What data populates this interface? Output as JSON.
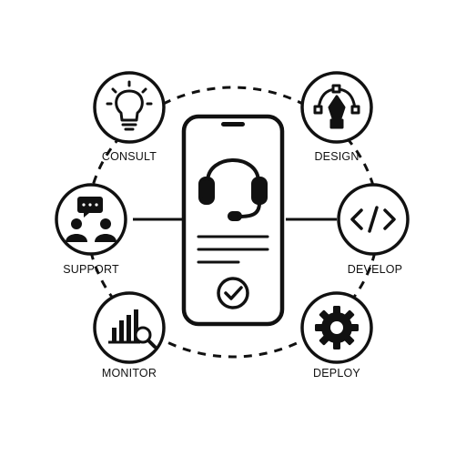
{
  "diagram": {
    "center": {
      "name": "phone",
      "icon": "headset-icon",
      "status_icon": "checkmark-circle-icon"
    },
    "nodes": [
      {
        "id": "consult",
        "label": "CONSULT",
        "icon": "lightbulb-icon"
      },
      {
        "id": "design",
        "label": "DESIGN",
        "icon": "pen-tool-icon"
      },
      {
        "id": "support",
        "label": "SUPPORT",
        "icon": "chat-people-icon"
      },
      {
        "id": "develop",
        "label": "DEVELOP",
        "icon": "code-icon"
      },
      {
        "id": "monitor",
        "label": "MONITOR",
        "icon": "chart-magnifier-icon"
      },
      {
        "id": "deploy",
        "label": "DEPLOY",
        "icon": "gear-icon"
      }
    ],
    "colors": {
      "stroke": "#111111",
      "background": "#ffffff"
    }
  }
}
